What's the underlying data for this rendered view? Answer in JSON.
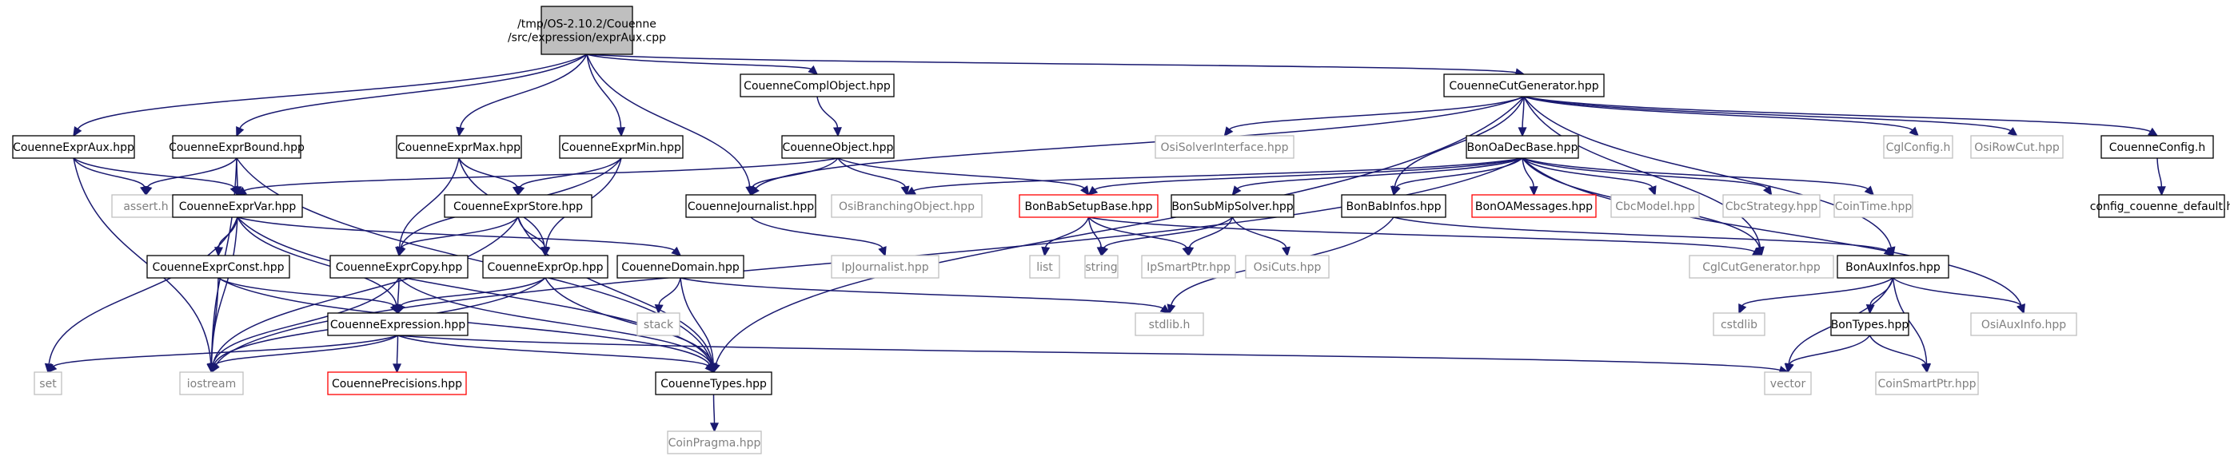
{
  "diagram": {
    "colors": {
      "background": "#ffffff",
      "edge": "#191970",
      "node_border": "#000000",
      "external_border": "#bfbfbf",
      "external_text": "#808080",
      "truncated_border": "#ff0000",
      "root_fill": "#bfbfbf",
      "text": "#000000"
    },
    "nodes": {
      "root": {
        "lines": [
          "/tmp/OS-2.10.2/Couenne",
          "/src/expression/exprAux.cpp"
        ],
        "style": "root"
      },
      "exprauxhpp": {
        "lines": [
          "CouenneExprAux.hpp"
        ],
        "style": "normal"
      },
      "exprboundhpp": {
        "lines": [
          "CouenneExprBound.hpp"
        ],
        "style": "normal"
      },
      "exprmaxhpp": {
        "lines": [
          "CouenneExprMax.hpp"
        ],
        "style": "normal"
      },
      "exprminhpp": {
        "lines": [
          "CouenneExprMin.hpp"
        ],
        "style": "normal"
      },
      "complobjhpp": {
        "lines": [
          "CouenneComplObject.hpp"
        ],
        "style": "normal"
      },
      "cutgenhpp": {
        "lines": [
          "CouenneCutGenerator.hpp"
        ],
        "style": "normal"
      },
      "asserth": {
        "lines": [
          "assert.h"
        ],
        "style": "external"
      },
      "exprvarhpp": {
        "lines": [
          "CouenneExprVar.hpp"
        ],
        "style": "normal"
      },
      "exprstorehpp": {
        "lines": [
          "CouenneExprStore.hpp"
        ],
        "style": "normal"
      },
      "objecthpp": {
        "lines": [
          "CouenneObject.hpp"
        ],
        "style": "normal"
      },
      "journalisthpp": {
        "lines": [
          "CouenneJournalist.hpp"
        ],
        "style": "normal"
      },
      "osisolverhpp": {
        "lines": [
          "OsiSolverInterface.hpp"
        ],
        "style": "external"
      },
      "bonoadecbase": {
        "lines": [
          "BonOaDecBase.hpp"
        ],
        "style": "normal"
      },
      "cglconfigh": {
        "lines": [
          "CglConfig.h"
        ],
        "style": "external"
      },
      "osirowcut": {
        "lines": [
          "OsiRowCut.hpp"
        ],
        "style": "external"
      },
      "configh": {
        "lines": [
          "CouenneConfig.h"
        ],
        "style": "normal"
      },
      "configdefault": {
        "lines": [
          "config_couenne_default.h"
        ],
        "style": "normal"
      },
      "exprconsthpp": {
        "lines": [
          "CouenneExprConst.hpp"
        ],
        "style": "normal"
      },
      "exprcopyhpp": {
        "lines": [
          "CouenneExprCopy.hpp"
        ],
        "style": "normal"
      },
      "exprophpp": {
        "lines": [
          "CouenneExprOp.hpp"
        ],
        "style": "normal"
      },
      "domainhpp": {
        "lines": [
          "CouenneDomain.hpp"
        ],
        "style": "normal"
      },
      "osibranch": {
        "lines": [
          "OsiBranchingObject.hpp"
        ],
        "style": "external"
      },
      "bonbabsetup": {
        "lines": [
          "BonBabSetupBase.hpp"
        ],
        "style": "truncated"
      },
      "bonsubmip": {
        "lines": [
          "BonSubMipSolver.hpp"
        ],
        "style": "normal"
      },
      "bonbabinfos": {
        "lines": [
          "BonBabInfos.hpp"
        ],
        "style": "normal"
      },
      "bonoamsg": {
        "lines": [
          "BonOAMessages.hpp"
        ],
        "style": "truncated"
      },
      "cbcmodel": {
        "lines": [
          "CbcModel.hpp"
        ],
        "style": "external"
      },
      "cbcstrategy": {
        "lines": [
          "CbcStrategy.hpp"
        ],
        "style": "external"
      },
      "cointime": {
        "lines": [
          "CoinTime.hpp"
        ],
        "style": "external"
      },
      "list": {
        "lines": [
          "list"
        ],
        "style": "external"
      },
      "string": {
        "lines": [
          "string"
        ],
        "style": "external"
      },
      "ipsmartptr": {
        "lines": [
          "IpSmartPtr.hpp"
        ],
        "style": "external"
      },
      "osicuts": {
        "lines": [
          "OsiCuts.hpp"
        ],
        "style": "external"
      },
      "ipjournalist": {
        "lines": [
          "IpJournalist.hpp"
        ],
        "style": "external"
      },
      "cglcutgen": {
        "lines": [
          "CglCutGenerator.hpp"
        ],
        "style": "external"
      },
      "bonauxinfos": {
        "lines": [
          "BonAuxInfos.hpp"
        ],
        "style": "normal"
      },
      "osiauxinfo": {
        "lines": [
          "OsiAuxInfo.hpp"
        ],
        "style": "external"
      },
      "stack": {
        "lines": [
          "stack"
        ],
        "style": "external"
      },
      "stdlibh": {
        "lines": [
          "stdlib.h"
        ],
        "style": "external"
      },
      "exprhpp": {
        "lines": [
          "CouenneExpression.hpp"
        ],
        "style": "normal"
      },
      "cstdlib": {
        "lines": [
          "cstdlib"
        ],
        "style": "external"
      },
      "bontypes": {
        "lines": [
          "BonTypes.hpp"
        ],
        "style": "normal"
      },
      "set": {
        "lines": [
          "set"
        ],
        "style": "external"
      },
      "iostream": {
        "lines": [
          "iostream"
        ],
        "style": "external"
      },
      "precisions": {
        "lines": [
          "CouennePrecisions.hpp"
        ],
        "style": "truncated"
      },
      "typeshpp": {
        "lines": [
          "CouenneTypes.hpp"
        ],
        "style": "normal"
      },
      "vector": {
        "lines": [
          "vector"
        ],
        "style": "external"
      },
      "coinsmartptr": {
        "lines": [
          "CoinSmartPtr.hpp"
        ],
        "style": "external"
      },
      "coinpragma": {
        "lines": [
          "CoinPragma.hpp"
        ],
        "style": "external"
      }
    },
    "edges": [
      [
        "root",
        "exprauxhpp"
      ],
      [
        "root",
        "exprboundhpp"
      ],
      [
        "root",
        "exprmaxhpp"
      ],
      [
        "root",
        "exprminhpp"
      ],
      [
        "root",
        "complobjhpp"
      ],
      [
        "root",
        "cutgenhpp"
      ],
      [
        "root",
        "journalisthpp"
      ],
      [
        "exprauxhpp",
        "asserth"
      ],
      [
        "exprauxhpp",
        "exprvarhpp"
      ],
      [
        "exprauxhpp",
        "iostream"
      ],
      [
        "exprboundhpp",
        "asserth"
      ],
      [
        "exprboundhpp",
        "exprvarhpp"
      ],
      [
        "exprboundhpp",
        "iostream"
      ],
      [
        "exprboundhpp",
        "typeshpp"
      ],
      [
        "exprmaxhpp",
        "exprstorehpp"
      ],
      [
        "exprmaxhpp",
        "exprcopyhpp"
      ],
      [
        "exprmaxhpp",
        "exprophpp"
      ],
      [
        "exprminhpp",
        "exprstorehpp"
      ],
      [
        "exprminhpp",
        "exprcopyhpp"
      ],
      [
        "exprminhpp",
        "exprophpp"
      ],
      [
        "complobjhpp",
        "objecthpp"
      ],
      [
        "objecthpp",
        "exprvarhpp"
      ],
      [
        "objecthpp",
        "journalisthpp"
      ],
      [
        "objecthpp",
        "osibranch"
      ],
      [
        "objecthpp",
        "bonbabsetup"
      ],
      [
        "cutgenhpp",
        "journalisthpp"
      ],
      [
        "cutgenhpp",
        "osisolverhpp"
      ],
      [
        "cutgenhpp",
        "bonoadecbase"
      ],
      [
        "cutgenhpp",
        "bonbabinfos"
      ],
      [
        "cutgenhpp",
        "cglconfigh"
      ],
      [
        "cutgenhpp",
        "osirowcut"
      ],
      [
        "cutgenhpp",
        "configh"
      ],
      [
        "cutgenhpp",
        "cglcutgen"
      ],
      [
        "cutgenhpp",
        "bonauxinfos"
      ],
      [
        "cutgenhpp",
        "typeshpp"
      ],
      [
        "configh",
        "configdefault"
      ],
      [
        "journalisthpp",
        "ipjournalist"
      ],
      [
        "exprvarhpp",
        "exprconsthpp"
      ],
      [
        "exprvarhpp",
        "exprhpp"
      ],
      [
        "exprvarhpp",
        "domainhpp"
      ],
      [
        "exprvarhpp",
        "set"
      ],
      [
        "exprvarhpp",
        "iostream"
      ],
      [
        "exprvarhpp",
        "typeshpp"
      ],
      [
        "exprstorehpp",
        "exprcopyhpp"
      ],
      [
        "exprstorehpp",
        "exprophpp"
      ],
      [
        "exprstorehpp",
        "iostream"
      ],
      [
        "exprstorehpp",
        "typeshpp"
      ],
      [
        "exprconsthpp",
        "exprhpp"
      ],
      [
        "exprconsthpp",
        "iostream"
      ],
      [
        "exprconsthpp",
        "typeshpp"
      ],
      [
        "exprcopyhpp",
        "exprhpp"
      ],
      [
        "exprcopyhpp",
        "iostream"
      ],
      [
        "exprcopyhpp",
        "typeshpp"
      ],
      [
        "exprophpp",
        "exprhpp"
      ],
      [
        "exprophpp",
        "iostream"
      ],
      [
        "exprophpp",
        "typeshpp"
      ],
      [
        "domainhpp",
        "stack"
      ],
      [
        "domainhpp",
        "stdlibh"
      ],
      [
        "domainhpp",
        "typeshpp"
      ],
      [
        "exprhpp",
        "set"
      ],
      [
        "exprhpp",
        "iostream"
      ],
      [
        "exprhpp",
        "precisions"
      ],
      [
        "exprhpp",
        "typeshpp"
      ],
      [
        "exprhpp",
        "vector"
      ],
      [
        "typeshpp",
        "coinpragma"
      ],
      [
        "bonoadecbase",
        "osibranch"
      ],
      [
        "bonoadecbase",
        "bonbabsetup"
      ],
      [
        "bonoadecbase",
        "bonsubmip"
      ],
      [
        "bonoadecbase",
        "bonbabinfos"
      ],
      [
        "bonoadecbase",
        "bonoamsg"
      ],
      [
        "bonoadecbase",
        "cbcmodel"
      ],
      [
        "bonoadecbase",
        "cbcstrategy"
      ],
      [
        "bonoadecbase",
        "cointime"
      ],
      [
        "bonoadecbase",
        "cglcutgen"
      ],
      [
        "bonoadecbase",
        "osiauxinfo"
      ],
      [
        "bonoadecbase",
        "iostream"
      ],
      [
        "bonbabsetup",
        "list"
      ],
      [
        "bonbabsetup",
        "string"
      ],
      [
        "bonbabsetup",
        "ipsmartptr"
      ],
      [
        "bonbabsetup",
        "cglcutgen"
      ],
      [
        "bonsubmip",
        "string"
      ],
      [
        "bonsubmip",
        "ipsmartptr"
      ],
      [
        "bonsubmip",
        "osicuts"
      ],
      [
        "bonbabinfos",
        "bonauxinfos"
      ],
      [
        "bonbabinfos",
        "stdlibh"
      ],
      [
        "bonauxinfos",
        "cstdlib"
      ],
      [
        "bonauxinfos",
        "vector"
      ],
      [
        "bonauxinfos",
        "osiauxinfo"
      ],
      [
        "bonauxinfos",
        "coinsmartptr"
      ],
      [
        "bonauxinfos",
        "bontypes"
      ],
      [
        "bontypes",
        "vector"
      ],
      [
        "bontypes",
        "coinsmartptr"
      ]
    ]
  }
}
